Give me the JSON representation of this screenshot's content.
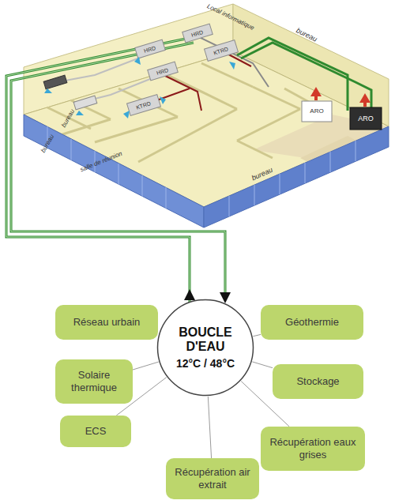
{
  "diagram": {
    "nodes": [
      {
        "text": [
          "Réseau urbain"
        ]
      },
      {
        "text": [
          "Géothermie"
        ]
      },
      {
        "text": [
          "BOUCLE D'EAU",
          "12°C / 48°C"
        ]
      },
      {
        "text": [
          "Solaire thermique"
        ]
      },
      {
        "text": [
          "Stockage"
        ]
      },
      {
        "text": [
          "ECS"
        ]
      },
      {
        "text": [
          "Récupération eaux grises"
        ]
      },
      {
        "text": [
          "Récupération air extrait"
        ]
      }
    ],
    "edges": [
      {
        "from": 2,
        "to": 0,
        "arrow": "none"
      },
      {
        "from": 2,
        "to": 1,
        "arrow": "none"
      },
      {
        "from": 2,
        "to": 3,
        "arrow": "none"
      },
      {
        "from": 2,
        "to": 4,
        "arrow": "none"
      },
      {
        "from": 2,
        "to": 5,
        "arrow": "none"
      },
      {
        "from": 2,
        "to": 6,
        "arrow": "none"
      },
      {
        "from": 2,
        "to": 7,
        "arrow": "none"
      }
    ],
    "labels": [
      "bureau",
      "bureau",
      "bureau",
      "salle de réunion",
      "bureau",
      "Local informatique",
      "HRD",
      "HRD",
      "HRD",
      "KTRD",
      "KTRD",
      "ARO",
      "ARO"
    ]
  }
}
